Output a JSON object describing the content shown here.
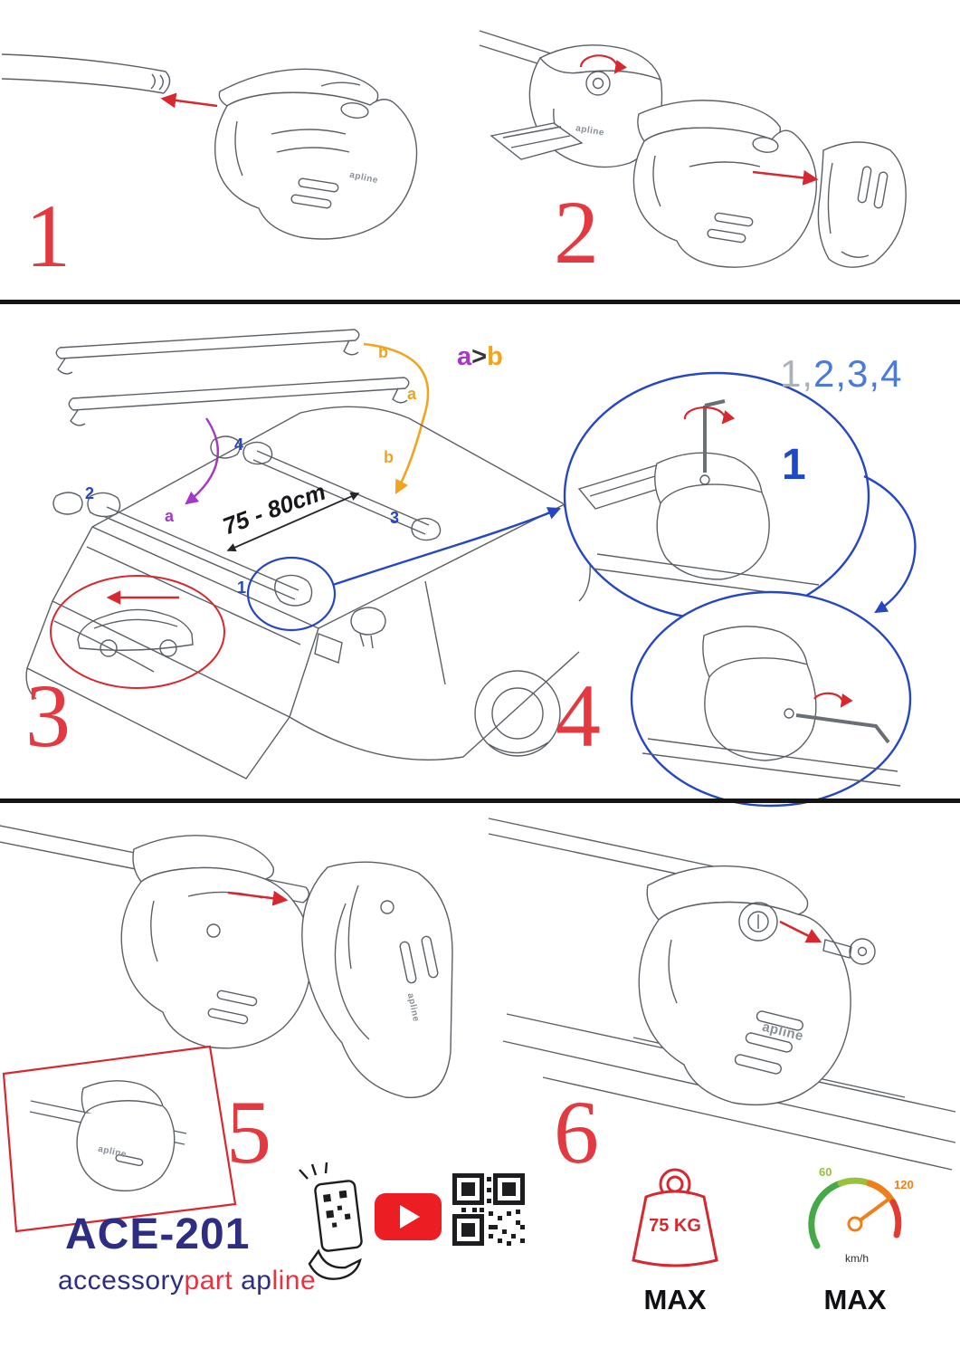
{
  "steps": {
    "s1": "1",
    "s2": "2",
    "s3": "3",
    "s4": "4",
    "s5": "5",
    "s6": "6"
  },
  "diagram": {
    "stack_label_top_bar": "b",
    "stack_label_bottom_bar": "a",
    "roof_label_front_bar": "a",
    "roof_label_rear_bar": "b",
    "order_note": {
      "a": "a",
      "gt": ">",
      "b": "b"
    },
    "measurement": "75 - 80cm",
    "positions": {
      "front_left": "2",
      "rear_left": "4",
      "front_right": "1",
      "rear_right": "3"
    },
    "sequence": {
      "gray": "1,",
      "blue": "2,3,4"
    },
    "detail_callout": "1",
    "product_label": "apline"
  },
  "footer": {
    "model": "ACE-201",
    "brand": {
      "accessory": "accessory",
      "part": "part",
      "ap": "ap",
      "line": "line"
    },
    "weight": {
      "value": "75 KG",
      "max": "MAX"
    },
    "speed": {
      "low": "60",
      "high": "120",
      "unit": "km/h",
      "max": "MAX"
    }
  },
  "colors": {
    "step_red": "#e23a40",
    "arrow_red": "#d7282f",
    "blue": "#2547c4",
    "sequence_blue": "#4a7bd8",
    "sequence_gray": "#a9b2bb",
    "orange": "#f2a41f",
    "purple": "#a637c8",
    "navy": "#2d2e83",
    "brand_red": "#e6333f",
    "youtube_red": "#ed1d24",
    "speed_green": "#45a948",
    "speed_lime": "#9ac13c",
    "speed_orange": "#ef7f1a",
    "speed_red": "#e03c31"
  }
}
